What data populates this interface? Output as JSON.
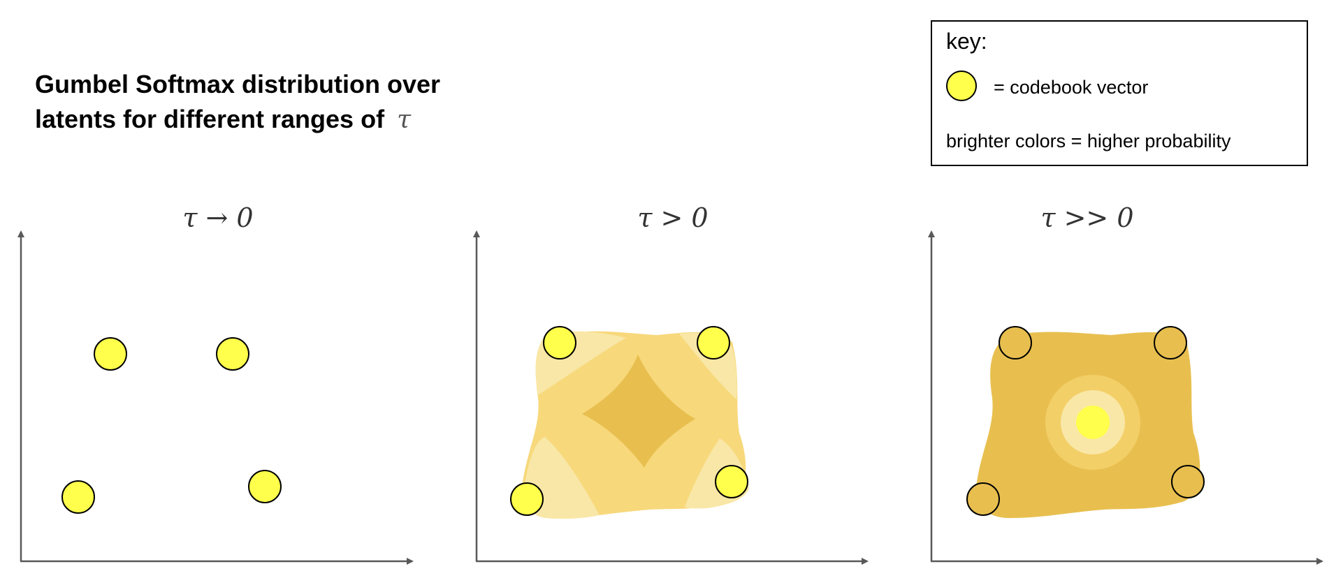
{
  "title": {
    "line1": "Gumbel Softmax distribution over",
    "line2": "latents for different ranges of",
    "symbol": "τ"
  },
  "key": {
    "heading": "key:",
    "codebook_label": "= codebook vector",
    "brightness_label": "brighter colors = higher probability",
    "codebook_color": "#ffff4c"
  },
  "panels": [
    {
      "caption": "τ → 0"
    },
    {
      "caption": "τ > 0"
    },
    {
      "caption": "τ >> 0"
    }
  ],
  "colors": {
    "axis": "#595959",
    "codebook_bright": "#ffff4c",
    "codebook_dim": "#e8bf4f",
    "density_dark": "#e8bf4f",
    "density_mid": "#f7d87b",
    "density_light": "#f9e7a7"
  }
}
